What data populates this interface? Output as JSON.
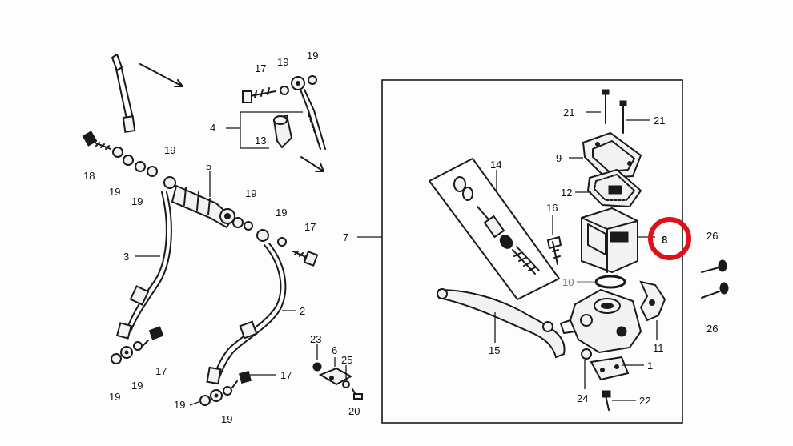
{
  "highlight": {
    "color": "#e0101a",
    "label": "8"
  },
  "callouts": [
    {
      "id": "c17a",
      "text": "17"
    },
    {
      "id": "c19a",
      "text": "19"
    },
    {
      "id": "c19b",
      "text": "19"
    },
    {
      "id": "c4",
      "text": "4"
    },
    {
      "id": "c13",
      "text": "13"
    },
    {
      "id": "c18",
      "text": "18"
    },
    {
      "id": "c19c",
      "text": "19"
    },
    {
      "id": "c19d",
      "text": "19"
    },
    {
      "id": "c19e",
      "text": "19"
    },
    {
      "id": "c5",
      "text": "5"
    },
    {
      "id": "c19f",
      "text": "19"
    },
    {
      "id": "c19g",
      "text": "19"
    },
    {
      "id": "c17b",
      "text": "17"
    },
    {
      "id": "c3",
      "text": "3"
    },
    {
      "id": "c2",
      "text": "2"
    },
    {
      "id": "c17c",
      "text": "17"
    },
    {
      "id": "c19h",
      "text": "19"
    },
    {
      "id": "c19i",
      "text": "19"
    },
    {
      "id": "c17d",
      "text": "17"
    },
    {
      "id": "c19j",
      "text": "19"
    },
    {
      "id": "c19k",
      "text": "19"
    },
    {
      "id": "c23",
      "text": "23"
    },
    {
      "id": "c6",
      "text": "6"
    },
    {
      "id": "c25",
      "text": "25"
    },
    {
      "id": "c20",
      "text": "20"
    },
    {
      "id": "c7",
      "text": "7"
    },
    {
      "id": "c14",
      "text": "14"
    },
    {
      "id": "c21a",
      "text": "21"
    },
    {
      "id": "c21b",
      "text": "21"
    },
    {
      "id": "c9",
      "text": "9"
    },
    {
      "id": "c12",
      "text": "12"
    },
    {
      "id": "c16",
      "text": "16"
    },
    {
      "id": "c10",
      "text": "10"
    },
    {
      "id": "c15",
      "text": "15"
    },
    {
      "id": "c11",
      "text": "11"
    },
    {
      "id": "c1",
      "text": "1"
    },
    {
      "id": "c24",
      "text": "24"
    },
    {
      "id": "c22",
      "text": "22"
    },
    {
      "id": "c26a",
      "text": "26"
    },
    {
      "id": "c26b",
      "text": "26"
    }
  ]
}
